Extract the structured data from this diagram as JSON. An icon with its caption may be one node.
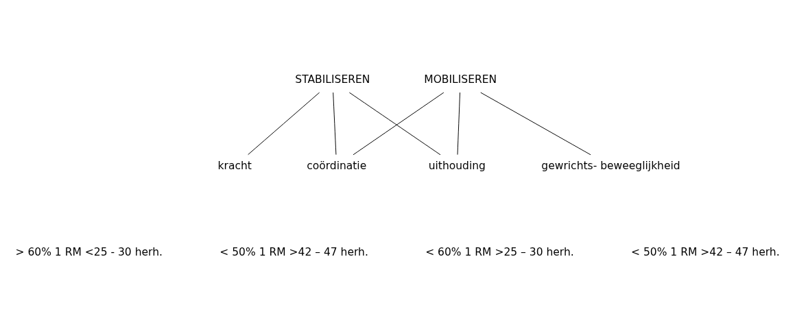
{
  "diagram": {
    "nodes": [
      {
        "text": [
          "STABILISEREN"
        ]
      },
      {
        "text": [
          "MOBILISEREN"
        ]
      },
      {
        "text": [
          "kracht"
        ]
      },
      {
        "text": [
          "coördinatie"
        ]
      },
      {
        "text": [
          "uithouding"
        ]
      },
      {
        "text": [
          "gewrichts- beweeglijkheid"
        ]
      }
    ],
    "edges": [
      {
        "from": 0,
        "to": 2,
        "arrow": "none"
      },
      {
        "from": 0,
        "to": 3,
        "arrow": "none"
      },
      {
        "from": 0,
        "to": 4,
        "arrow": "none"
      },
      {
        "from": 1,
        "to": 3,
        "arrow": "none"
      },
      {
        "from": 1,
        "to": 4,
        "arrow": "none"
      },
      {
        "from": 1,
        "to": 5,
        "arrow": "none"
      }
    ],
    "labels": [
      "> 60% 1 RM <25 - 30 herh.",
      "< 50% 1 RM >42 – 47 herh.",
      "< 60% 1 RM >25 – 30 herh.",
      "< 50% 1 RM >42 – 47 herh."
    ]
  }
}
